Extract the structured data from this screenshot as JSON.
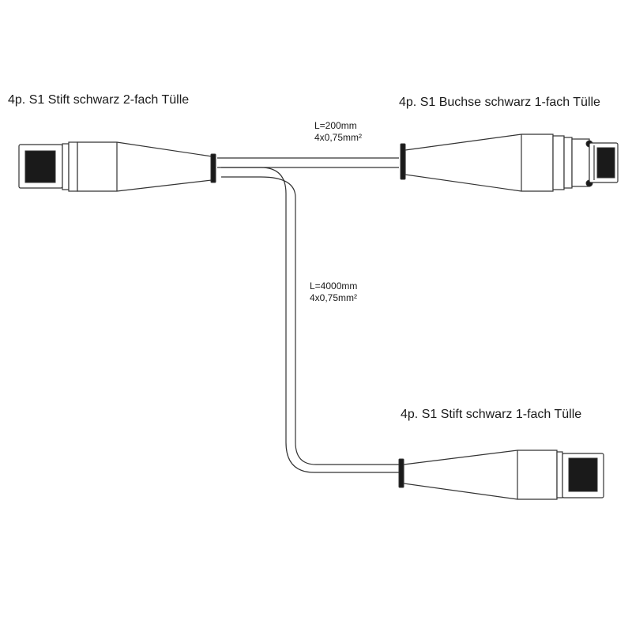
{
  "labels": {
    "connector_left": "4p. S1 Stift schwarz 2-fach Tülle",
    "connector_right": "4p. S1 Buchse schwarz 1-fach Tülle",
    "connector_bottom": "4p. S1 Stift schwarz 1-fach Tülle"
  },
  "cables": {
    "short": {
      "length": "L=200mm",
      "section": "4x0,75mm²"
    },
    "long": {
      "length": "L=4000mm",
      "section": "4x0,75mm²"
    }
  },
  "colors": {
    "line": "#333333",
    "insert": "#1a1a1a",
    "background": "#ffffff"
  }
}
